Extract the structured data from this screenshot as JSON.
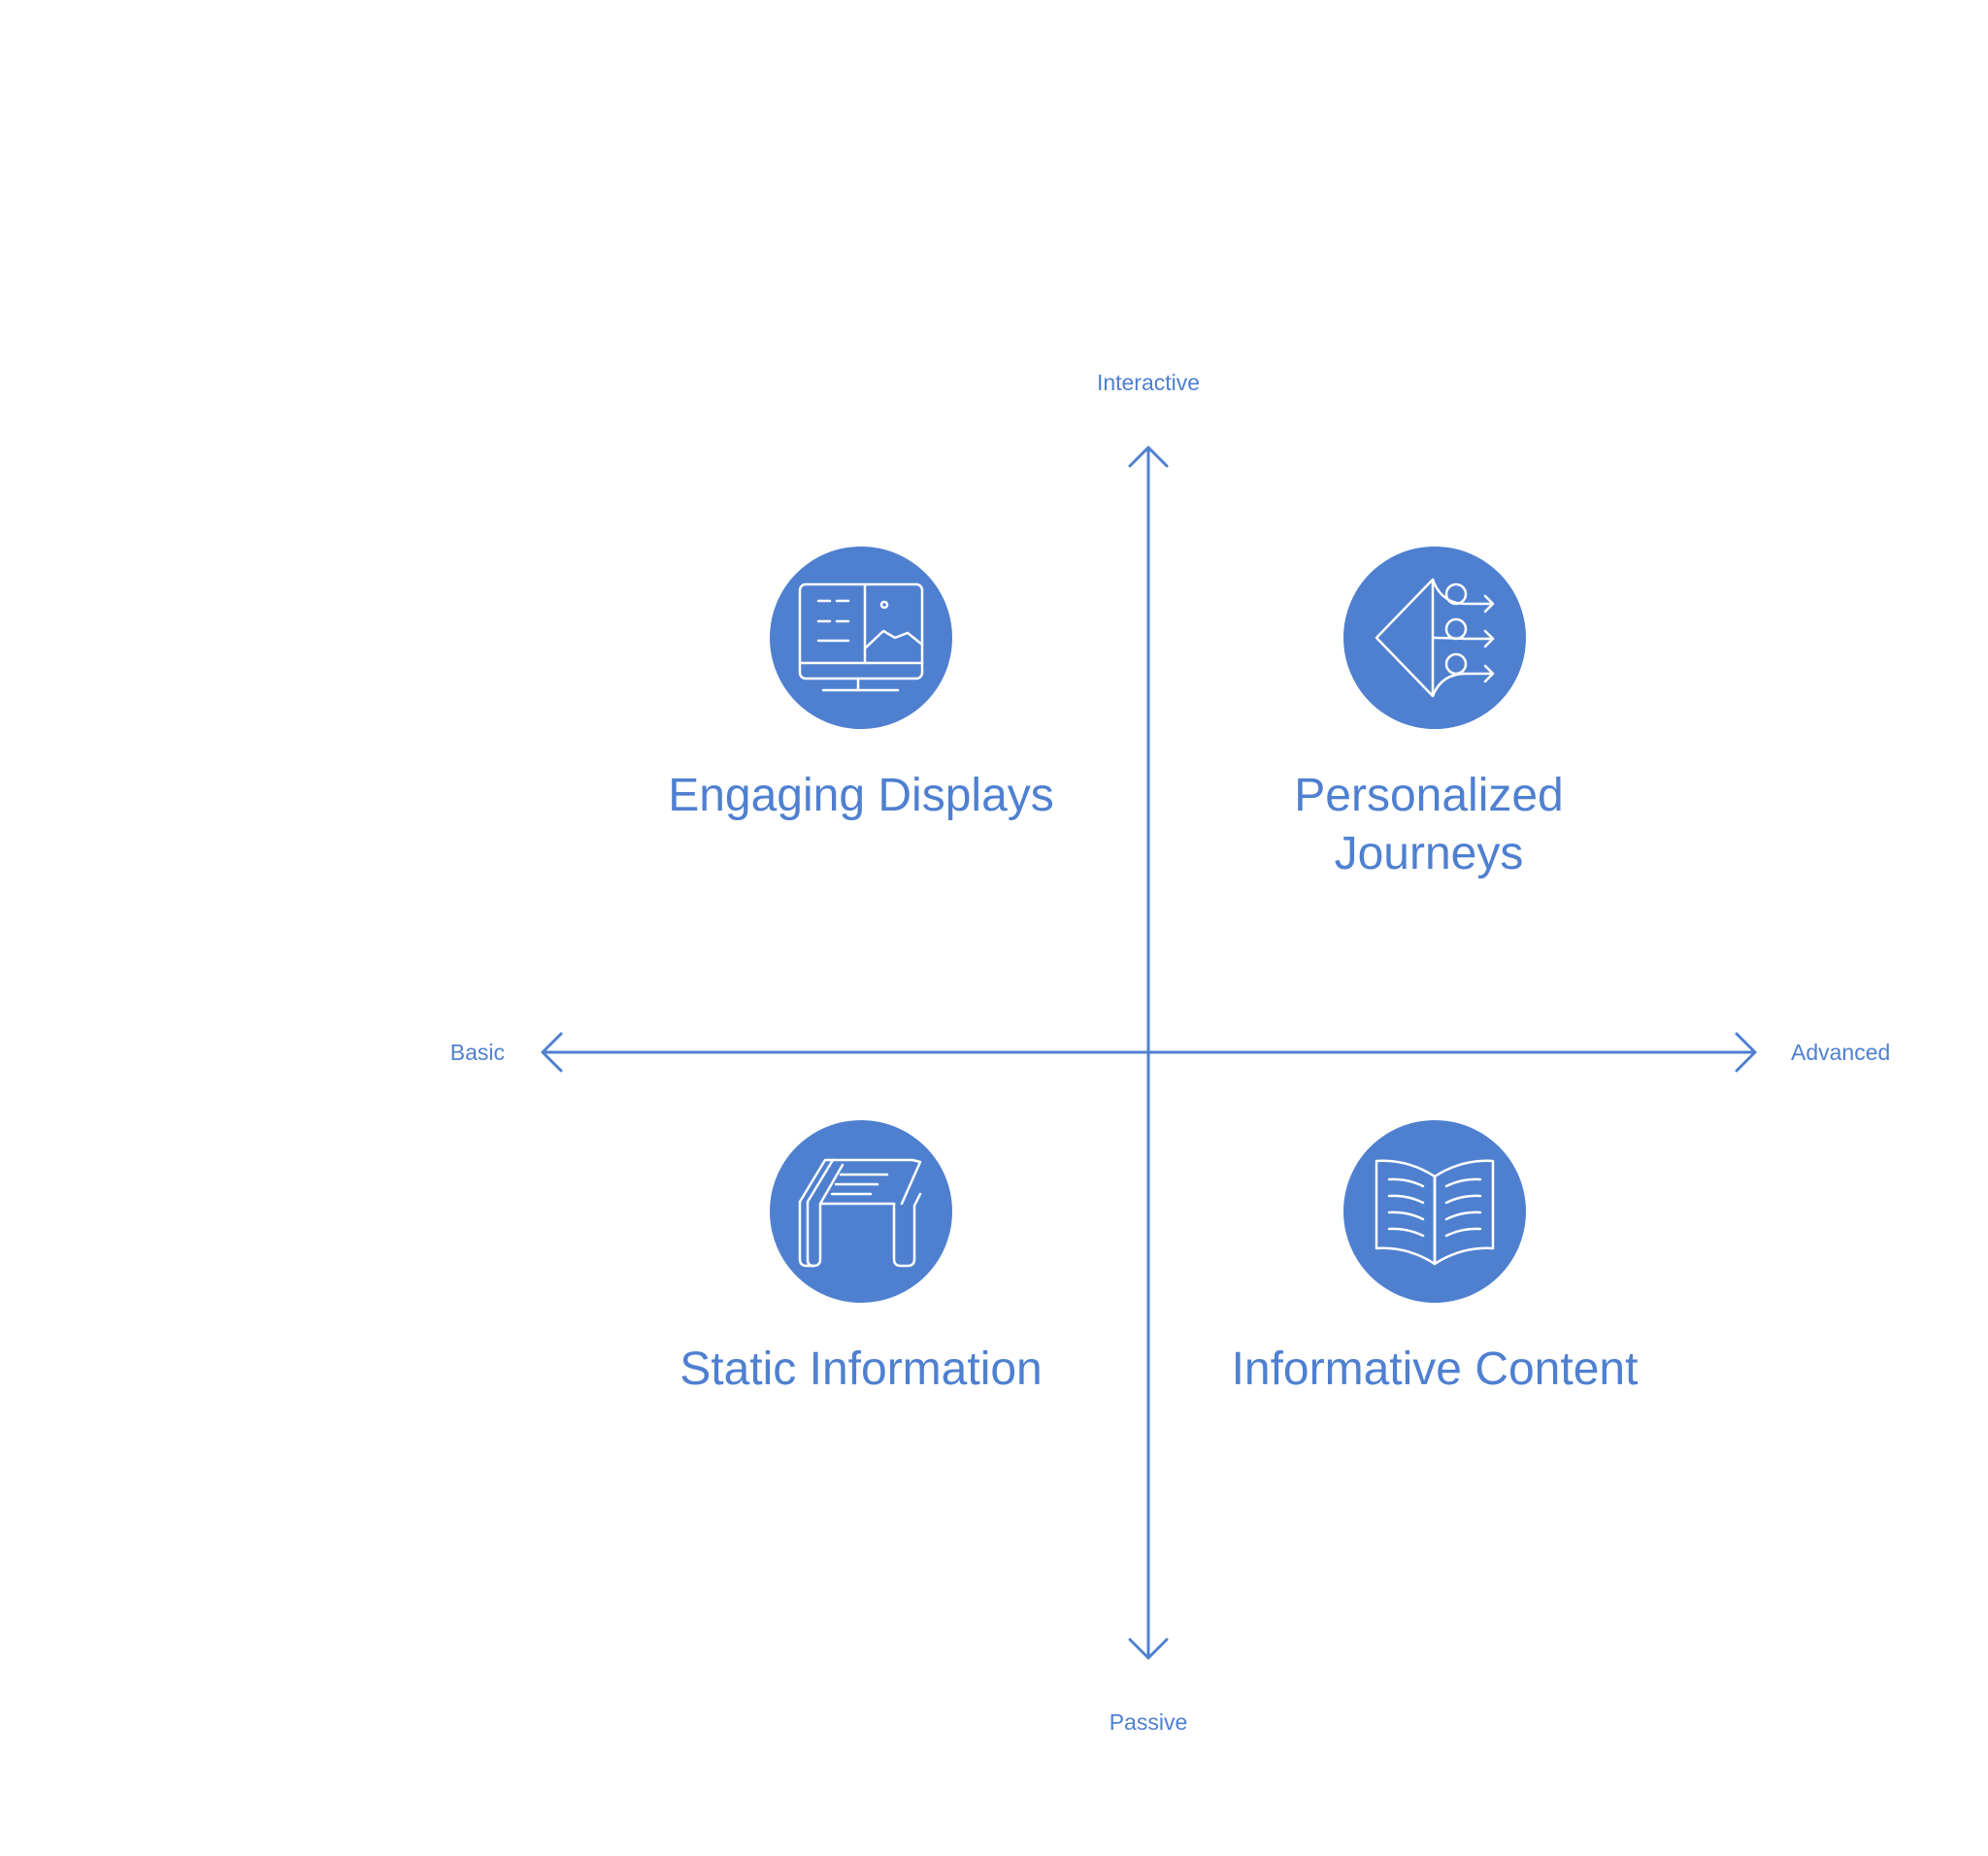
{
  "colors": {
    "accent": "#4f80d0",
    "icon_stroke": "#ffffff",
    "background": "#ffffff"
  },
  "axes": {
    "top_label": "Interactive",
    "bottom_label": "Passive",
    "left_label": "Basic",
    "right_label": "Advanced"
  },
  "quadrants": [
    {
      "position": "top-left",
      "icon": "monitor-display-icon",
      "lines": [
        "Engaging Displays"
      ]
    },
    {
      "position": "top-right",
      "icon": "branching-journey-icon",
      "lines": [
        "Personalized",
        "Journeys"
      ]
    },
    {
      "position": "bottom-left",
      "icon": "info-kiosk-icon",
      "lines": [
        "Static Information"
      ]
    },
    {
      "position": "bottom-right",
      "icon": "open-book-icon",
      "lines": [
        "Informative Content"
      ]
    }
  ]
}
